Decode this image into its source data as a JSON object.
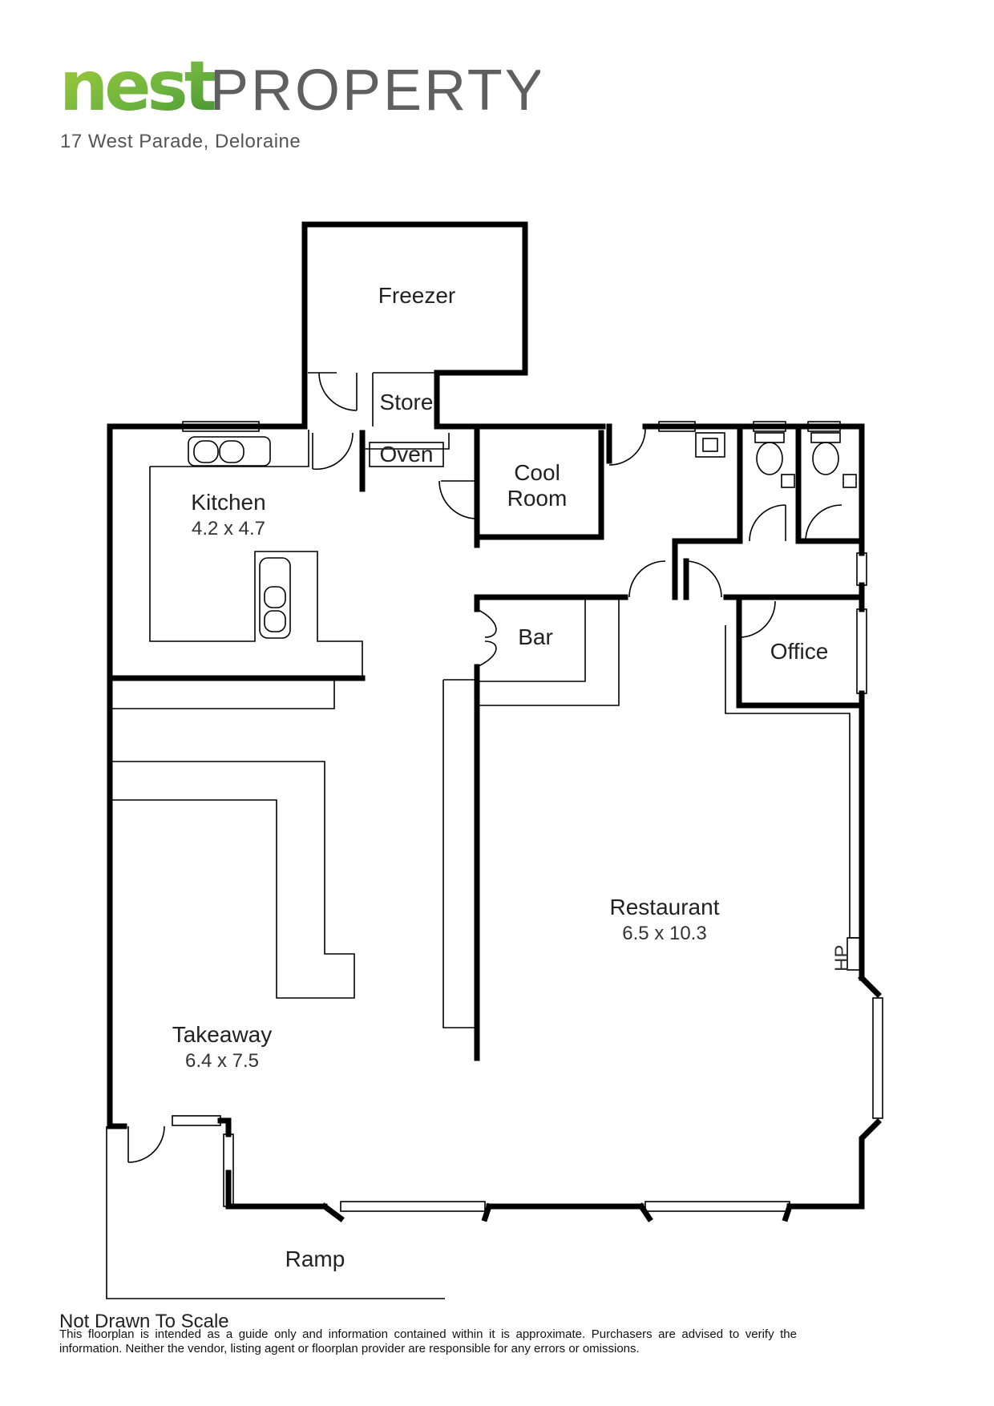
{
  "brand": {
    "nest": "nest",
    "property": "PROPERTY",
    "colors": {
      "green": "#8dc63f",
      "dark_green": "#4c9a2a",
      "grey": "#5f5f5f"
    }
  },
  "address": "17 West  Parade, Deloraine",
  "rooms": {
    "freezer": {
      "name": "Freezer"
    },
    "store": {
      "name": "Store"
    },
    "oven": {
      "name": "Oven"
    },
    "cool_room": {
      "name_line1": "Cool",
      "name_line2": "Room"
    },
    "kitchen": {
      "name": "Kitchen",
      "dims": "4.2 x 4.7"
    },
    "bar": {
      "name": "Bar"
    },
    "office": {
      "name": "Office"
    },
    "restaurant": {
      "name": "Restaurant",
      "dims": "6.5 x 10.3"
    },
    "takeaway": {
      "name": "Takeaway",
      "dims": "6.4 x 7.5"
    },
    "ramp": {
      "name": "Ramp"
    },
    "hp": {
      "name": "HP"
    }
  },
  "footer": {
    "title": "Not Drawn To Scale",
    "disclaimer": "This floorplan is intended as a guide only and information contained within it is approximate. Purchasers are advised to verify the information. Neither the vendor, listing agent or floorplan provider are responsible for any errors or omissions."
  }
}
